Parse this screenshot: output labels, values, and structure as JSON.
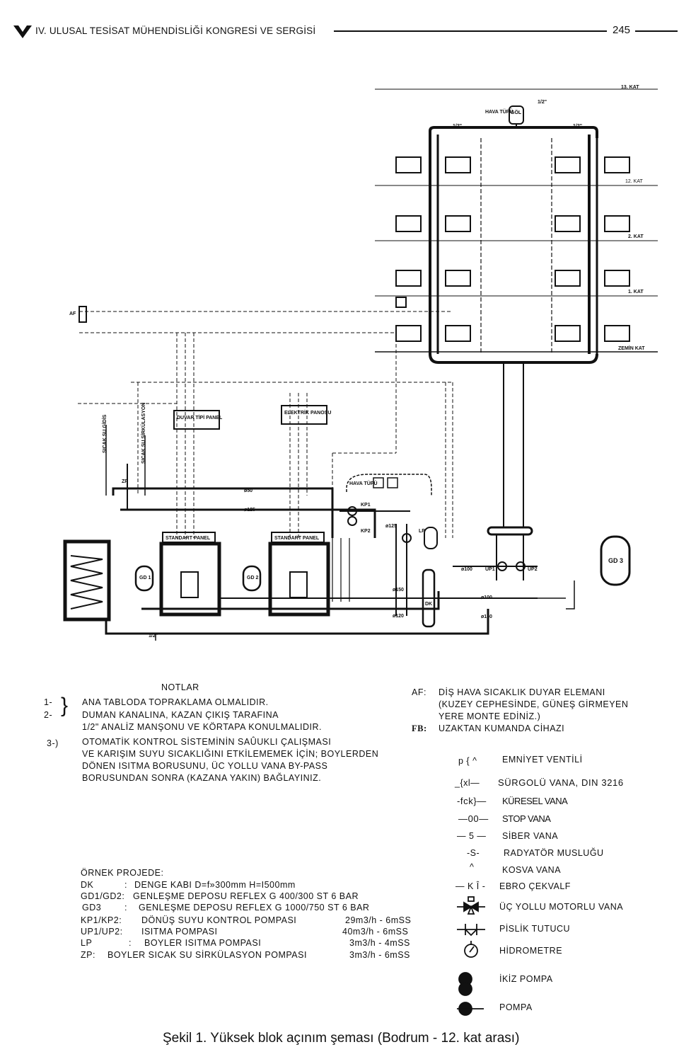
{
  "header": {
    "title": "IV. ULUSAL TESİSAT MÜHENDİSLİĞİ KONGRESİ VE SERGİSİ",
    "page": "245"
  },
  "diagram": {
    "floors": [
      "13. KAT",
      "12. KAT",
      "2. KAT",
      "1. KAT",
      "ZEMİN KAT"
    ],
    "labels": {
      "hava_top_upper": "HAVA TÜPÜ",
      "gol": "GÖL",
      "half_inch_a": "1/2\"",
      "half_inch_b": "1/2\"",
      "half_inch_c": "1/2\"",
      "af": "AF",
      "sicak_su": "SICAK SU GİDİS",
      "sicak_su_sirk": "SICAK SU SİRKÜLASYON",
      "zp": "ZP",
      "duvar_panel": "DUVAR TİPİ PANEL",
      "elektrik_panosu": "ELEKTRİK PANOSU",
      "phi50": "ø50",
      "phi125a": "ø125",
      "phi125b": "ø125",
      "phi150": "ø150",
      "phi120": "ø120",
      "phi100a": "ø100",
      "phi100b": "ø100",
      "phi150b": "ø150",
      "kp1": "KP1",
      "kp2": "KP2",
      "hava_top_lower": "HAVA TÜPÜ",
      "lp": "LP",
      "standart_panel_1": "STANDART PANEL",
      "standart_panel_2": "STANDART PANEL",
      "gd1": "GD 1",
      "gd2": "GD 2",
      "gd3": "GD 3",
      "up1": "UP1",
      "up2": "UP2",
      "dk": "DK",
      "half_inch_bottom": "1/2\""
    }
  },
  "notes": {
    "heading": "NOTLAR",
    "n1_num": "1-",
    "n1": "ANA TABLODA TOPRAKLAMA OLMALIDIR.",
    "n2_num": "2-",
    "n2a": "DUMAN KANALINA, KAZAN ÇIKIŞ TARAFINA",
    "n2b": "1/2\" ANALİZ MANŞONU VE KÖRTAPA KONULMALIDIR.",
    "n3_num": "3-)",
    "n3a": "OTOMATİK KONTROL SİSTEMİNİN SAÛUKLI ÇALIŞMASI",
    "n3b": "VE KARIŞIM SUYU SICAKLIĞINI ETKİLEMEMEK İÇİN; BOYLERDEN",
    "n3c": "DÖNEN ISITMA BORUSUNU, ÜC YOLLU VANA BY-PASS",
    "n3d": "BORUSUNDAN SONRA (KAZANA YAKIN) BAĞLAYINIZ."
  },
  "abbrev": {
    "af_key": "AF:",
    "af_a": "DİŞ HAVA SICAKLIK DUYAR ELEMANI",
    "af_b": "(KUZEY CEPHESİNDE, GÜNEŞ GİRMEYEN",
    "af_c": "YERE MONTE EDİNİZ.)",
    "fb_key": "FB:",
    "fb": "UZAKTAN KUMANDA CİHAZI"
  },
  "legend": [
    {
      "symbol": "p { ^",
      "label": "EMNİYET VENTİLİ"
    },
    {
      "symbol": "_{xl—",
      "label": "SÜRGOLÜ VANA, DIN 3216"
    },
    {
      "symbol": "-fck}—",
      "label": "KÜRESEL VANA"
    },
    {
      "symbol": "—00—",
      "label": "STOP VANA"
    },
    {
      "symbol": "— 5 —",
      "label": "SİBER VANA"
    },
    {
      "symbol": "-S-",
      "label": "RADYATÖR MUSLUĞU"
    },
    {
      "symbol": "^",
      "label": "KOSVA VANA"
    },
    {
      "symbol": "— K Î -",
      "label": "EBRO ÇEKVALF"
    },
    {
      "symbol": "",
      "label": "ÜÇ YOLLU MOTORLU VANA"
    },
    {
      "symbol": "",
      "label": "PİSLİK TUTUCU"
    },
    {
      "symbol": "",
      "label": "HİDROMETRE"
    },
    {
      "symbol": "",
      "label": "İKİZ POMPA"
    },
    {
      "symbol": "",
      "label": "POMPA"
    }
  ],
  "project": {
    "heading": "ÖRNEK PROJEDE:",
    "rows": [
      {
        "key": "DK",
        "sep": ":",
        "desc": "DENGE KABI D=f»300mm H=I500mm",
        "spec": ""
      },
      {
        "key": "GD1/GD2:",
        "sep": "",
        "desc": "GENLEŞME DEPOSU REFLEX G 400/300 ST 6 BAR",
        "spec": ""
      },
      {
        "key": "GD3",
        "sep": ":",
        "desc": "GENLEŞME DEPOSU REFLEX G 1000/750 ST 6 BAR",
        "spec": ""
      },
      {
        "key": "KP1/KP2:",
        "sep": "",
        "desc": "DÖNÜŞ SUYU KONTROL POMPASI",
        "spec": "29m3/h - 6mSS"
      },
      {
        "key": "UP1/UP2:",
        "sep": "",
        "desc": "ISITMA POMPASI",
        "spec": "40m3/h - 6mSS"
      },
      {
        "key": "LP",
        "sep": ":",
        "desc": "BOYLER ISITMA POMPASI",
        "spec": "3m3/h - 4mSS"
      },
      {
        "key": "ZP:",
        "sep": "",
        "desc": "BOYLER SICAK SU SİRKÜLASYON POMPASI",
        "spec": "3m3/h - 6mSS"
      }
    ]
  },
  "caption": "Şekil 1. Yüksek blok açınım şeması (Bodrum - 12. kat arası)"
}
